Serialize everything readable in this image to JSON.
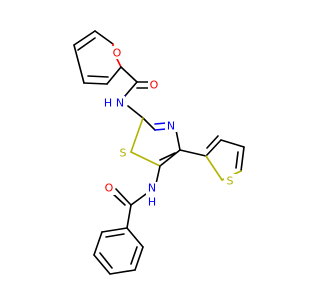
{
  "molecule": {
    "atoms": {
      "o_furan": "O",
      "o_carbonyl_furoyl": "O",
      "nh_top": "H",
      "n_thiazole": "N",
      "s_thiazole": "S",
      "s_thiophene": "S",
      "nh_bottom": "H",
      "o_carbonyl_benzoyl": "O"
    },
    "nh_top_n": "N",
    "nh_bottom_n": "N"
  },
  "colors": {
    "carbon": "#000000",
    "oxygen": "#ff0000",
    "nitrogen": "#0000ff",
    "sulfur": "#b2b200"
  }
}
